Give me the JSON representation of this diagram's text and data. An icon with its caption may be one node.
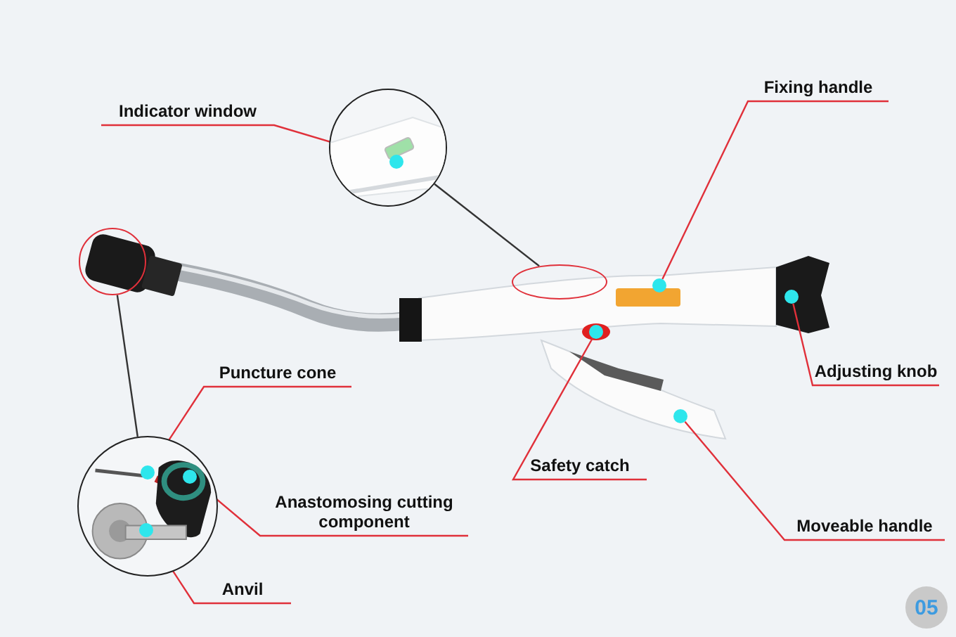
{
  "diagram": {
    "nodes": [
      {
        "text": [
          "Indicator window"
        ]
      },
      {
        "text": [
          "Fixing handle"
        ]
      },
      {
        "text": [
          "Puncture cone"
        ]
      },
      {
        "text": [
          "Adjusting knob"
        ]
      },
      {
        "text": [
          "Safety catch"
        ]
      },
      {
        "text": [
          "Anastomosing cutting component"
        ]
      },
      {
        "text": [
          "Moveable handle"
        ]
      },
      {
        "text": [
          "Anvil"
        ]
      },
      {
        "text": [
          "05"
        ]
      },
      {
        "text": [],
        "shape": "picture"
      },
      {
        "text": [],
        "shape": "circle",
        "in": 9
      },
      {
        "text": [],
        "shape": "ellipse"
      },
      {
        "text": [],
        "shape": "circle"
      },
      {
        "text": [],
        "shape": "circle"
      },
      {
        "text": [],
        "shape": "circle"
      },
      {
        "text": [],
        "shape": "circle"
      },
      {
        "text": [],
        "shape": "circle"
      },
      {
        "text": [],
        "shape": "picture"
      },
      {
        "text": [],
        "shape": "circle",
        "in": 17
      },
      {
        "text": [],
        "shape": "circle",
        "in": 17
      },
      {
        "text": [],
        "shape": "circle",
        "in": 17
      }
    ],
    "edges": [
      {
        "from": 0,
        "to": 10,
        "arrow": "none"
      },
      {
        "from": 1,
        "to": 12,
        "arrow": "none"
      },
      {
        "from": 2,
        "to": 18,
        "arrow": "none"
      },
      {
        "from": 3,
        "to": 13,
        "arrow": "none"
      },
      {
        "from": 4,
        "to": 14,
        "arrow": "none"
      },
      {
        "from": 5,
        "to": 19,
        "arrow": "none"
      },
      {
        "from": 6,
        "to": 15,
        "arrow": "none"
      },
      {
        "from": 7,
        "to": 20,
        "arrow": "none"
      },
      {
        "from": 9,
        "to": 11,
        "arrow": "none",
        "color": "#333333"
      },
      {
        "from": 16,
        "to": 17,
        "arrow": "none",
        "color": "#333333"
      }
    ]
  }
}
